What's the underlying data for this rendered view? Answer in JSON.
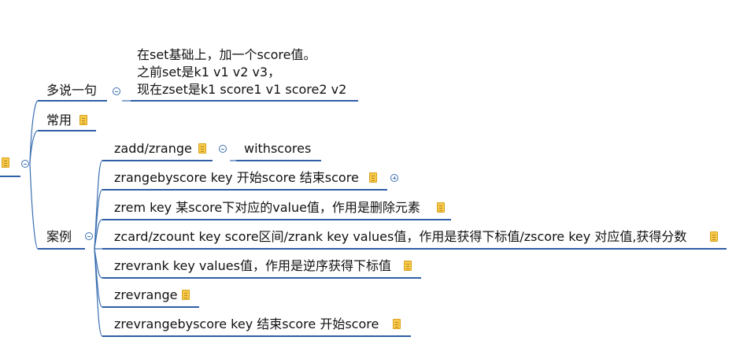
{
  "root": {
    "has_note": true
  },
  "branches": {
    "duoshuo": {
      "label": "多说一句"
    },
    "changyong": {
      "label": "常用"
    },
    "anli": {
      "label": "案例"
    }
  },
  "note_text": [
    "在set基础上，加一个score值。",
    "之前set是k1 v1 v2 v3，",
    "现在zset是k1 score1 v1 score2 v2"
  ],
  "cases": [
    {
      "label": "zadd/zrange"
    },
    {
      "label": "zrangebyscore key 开始score 结束score"
    },
    {
      "label": "zrem key 某score下对应的value值，作用是删除元素"
    },
    {
      "label": "zcard/zcount key score区间/zrank key values值，作用是获得下标值/zscore key 对应值,获得分数"
    },
    {
      "label": "zrevrank key values值，作用是逆序获得下标值"
    },
    {
      "label": "zrevrange"
    },
    {
      "label": "zrevrangebyscore  key 结束score 开始score"
    }
  ],
  "zadd_child": {
    "label": "withscores"
  },
  "colors": {
    "connector": "#3a6fb0",
    "underline": "#2f5fa6",
    "note": "#f6c94a"
  }
}
